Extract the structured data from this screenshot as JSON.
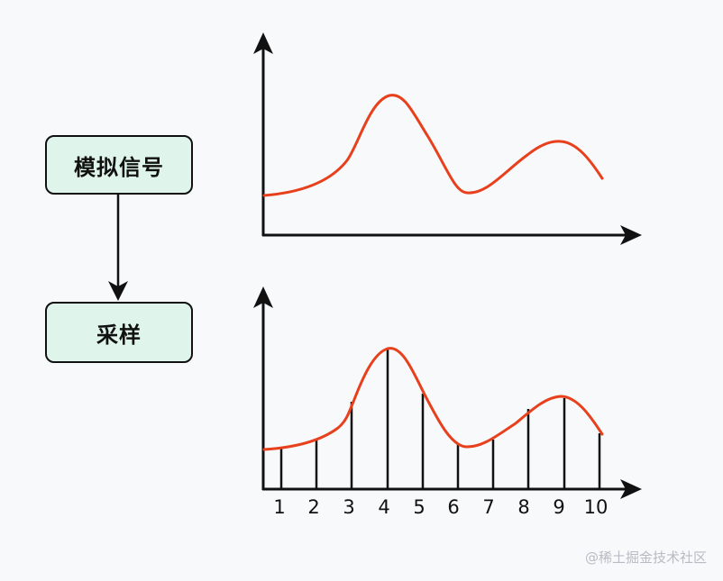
{
  "flow": {
    "nodes": [
      {
        "id": "analog",
        "label": "模拟信号"
      },
      {
        "id": "sample",
        "label": "采样"
      }
    ],
    "edge": {
      "from": "analog",
      "to": "sample"
    }
  },
  "colors": {
    "box_fill": "#dff5ec",
    "box_border": "#111111",
    "curve": "#e8401c",
    "axis": "#111111",
    "background": "#f7f9fb",
    "watermark": "#b8bcc2"
  },
  "charts": {
    "analog": {
      "title": "",
      "description": "continuous analog signal curve"
    },
    "sampled": {
      "x_tick_labels": [
        "1",
        "2",
        "3",
        "4",
        "5",
        "6",
        "7",
        "8",
        "9",
        "10"
      ]
    }
  },
  "watermark": "@稀土掘金技术社区"
}
